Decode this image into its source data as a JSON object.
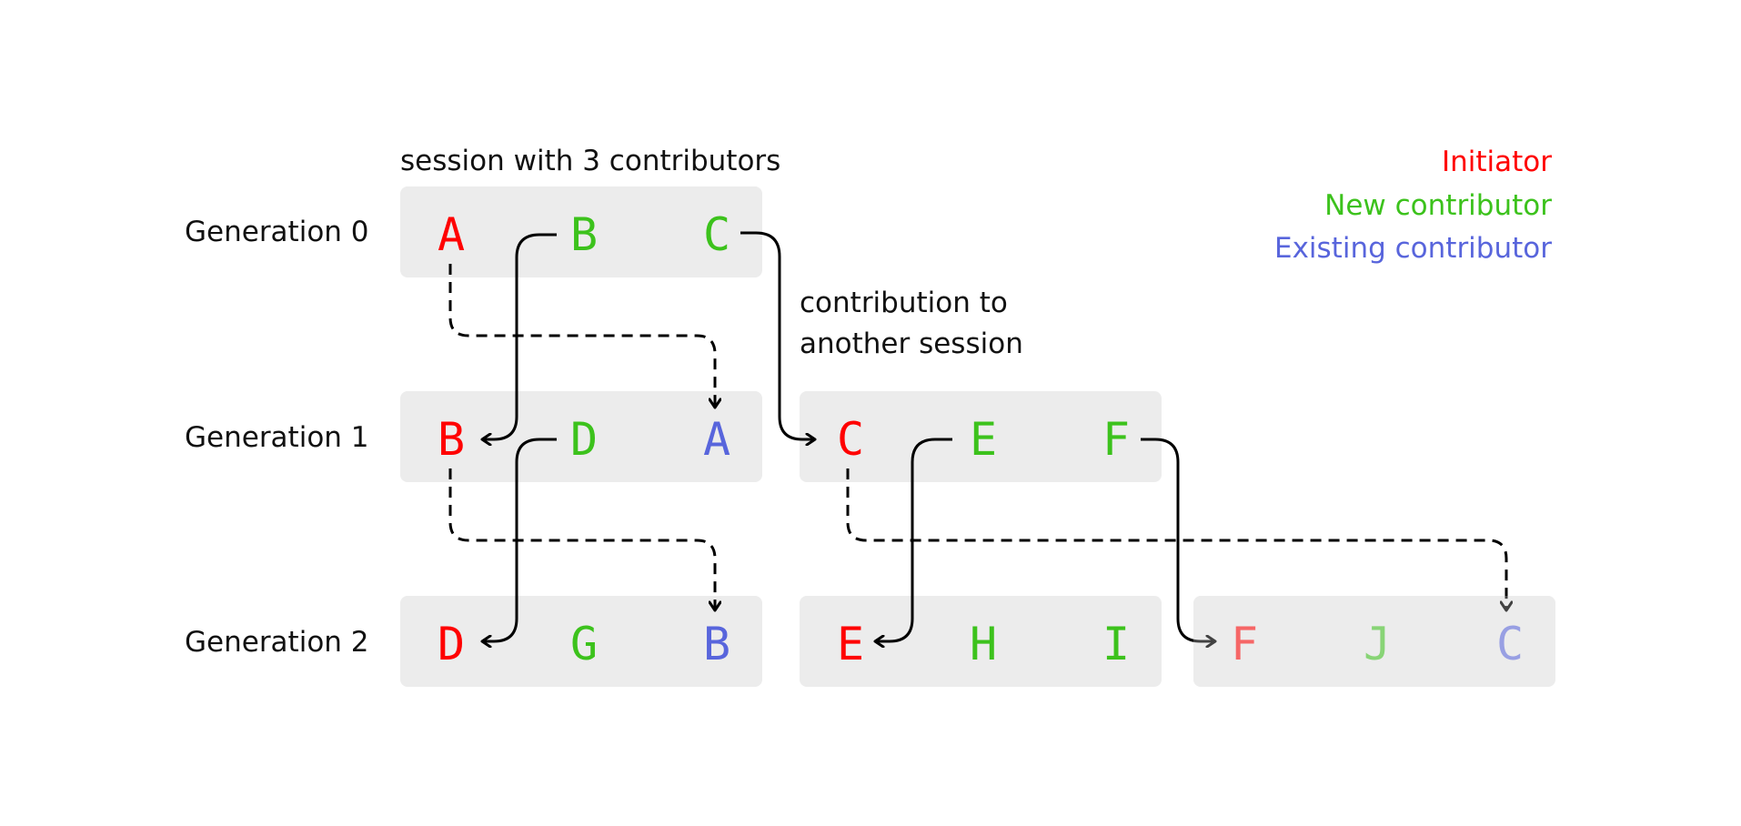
{
  "colors": {
    "initiator": "#ff0000",
    "new": "#3cc21c",
    "existing": "#5865dc",
    "line": "#000000",
    "box": "#ececec"
  },
  "annotations": {
    "session_label": "session with 3 contributors",
    "contribution_label_line1": "contribution to",
    "contribution_label_line2": "another session"
  },
  "legend": [
    {
      "label": "Initiator",
      "role": "initiator"
    },
    {
      "label": "New contributor",
      "role": "new"
    },
    {
      "label": "Existing contributor",
      "role": "existing"
    }
  ],
  "generations": [
    {
      "label": "Generation 0",
      "sessions": [
        {
          "members": [
            {
              "name": "A",
              "role": "initiator"
            },
            {
              "name": "B",
              "role": "new"
            },
            {
              "name": "C",
              "role": "new"
            }
          ]
        }
      ]
    },
    {
      "label": "Generation 1",
      "sessions": [
        {
          "members": [
            {
              "name": "B",
              "role": "initiator"
            },
            {
              "name": "D",
              "role": "new"
            },
            {
              "name": "A",
              "role": "existing"
            }
          ]
        },
        {
          "members": [
            {
              "name": "C",
              "role": "initiator"
            },
            {
              "name": "E",
              "role": "new"
            },
            {
              "name": "F",
              "role": "new"
            }
          ]
        }
      ]
    },
    {
      "label": "Generation 2",
      "sessions": [
        {
          "members": [
            {
              "name": "D",
              "role": "initiator"
            },
            {
              "name": "G",
              "role": "new"
            },
            {
              "name": "B",
              "role": "existing"
            }
          ]
        },
        {
          "members": [
            {
              "name": "E",
              "role": "initiator"
            },
            {
              "name": "H",
              "role": "new"
            },
            {
              "name": "I",
              "role": "new"
            }
          ]
        },
        {
          "faded": true,
          "members": [
            {
              "name": "F",
              "role": "initiator"
            },
            {
              "name": "J",
              "role": "new"
            },
            {
              "name": "C",
              "role": "existing"
            }
          ]
        }
      ]
    }
  ],
  "links": [
    {
      "from": "gen0.A",
      "to": "gen1.A",
      "style": "dashed"
    },
    {
      "from": "gen0.B",
      "to": "gen1.B",
      "style": "solid"
    },
    {
      "from": "gen0.C",
      "to": "gen1.C",
      "style": "solid"
    },
    {
      "from": "gen1.B",
      "to": "gen2.B",
      "style": "dashed"
    },
    {
      "from": "gen1.D",
      "to": "gen2.D",
      "style": "solid"
    },
    {
      "from": "gen1.C",
      "to": "gen2.C",
      "style": "dashed"
    },
    {
      "from": "gen1.E",
      "to": "gen2.E",
      "style": "solid"
    },
    {
      "from": "gen1.F",
      "to": "gen2.F",
      "style": "solid"
    }
  ]
}
